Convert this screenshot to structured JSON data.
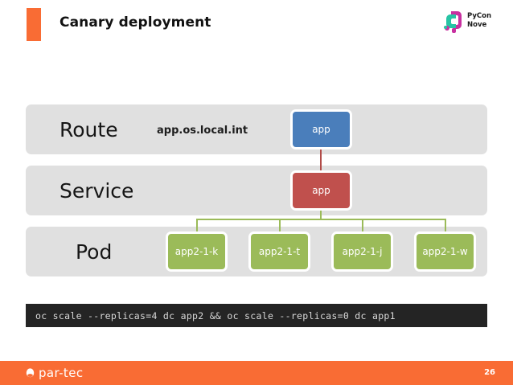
{
  "slide": {
    "title": "Canary deployment",
    "accent_color": "#f96c34",
    "page_number": "26"
  },
  "brand_logo": {
    "name": "pycon-nove-logo",
    "line1": "PyCon",
    "line2": "Nove",
    "teal": "#27c4a4",
    "magenta": "#c830a0"
  },
  "diagram": {
    "rows": [
      {
        "id": "route",
        "label": "Route",
        "host": "app.os.local.int",
        "band_color": "#e0e0e0"
      },
      {
        "id": "service",
        "label": "Service",
        "band_color": "#e0e0e0"
      },
      {
        "id": "pod",
        "label": "Pod",
        "band_color": "#e0e0e0"
      }
    ],
    "nodes": {
      "route_app": {
        "label": "app",
        "color": "#4a7ebb"
      },
      "service_app": {
        "label": "app",
        "color": "#c0504d"
      },
      "pods": [
        {
          "label": "app2-1-k",
          "color": "#9bbb59"
        },
        {
          "label": "app2-1-t",
          "color": "#9bbb59"
        },
        {
          "label": "app2-1-j",
          "color": "#9bbb59"
        },
        {
          "label": "app2-1-w",
          "color": "#9bbb59"
        }
      ]
    },
    "connector_colors": {
      "route_to_service": "#b14b48",
      "service_to_pods": "#9bbb59"
    }
  },
  "command_bar": {
    "command": "oc scale --replicas=4 dc app2 && oc scale --replicas=0 dc app1",
    "background": "#242424",
    "text_color": "#d8d8d8"
  },
  "footer": {
    "logo_text": "par-tec",
    "background": "#f96c34"
  }
}
